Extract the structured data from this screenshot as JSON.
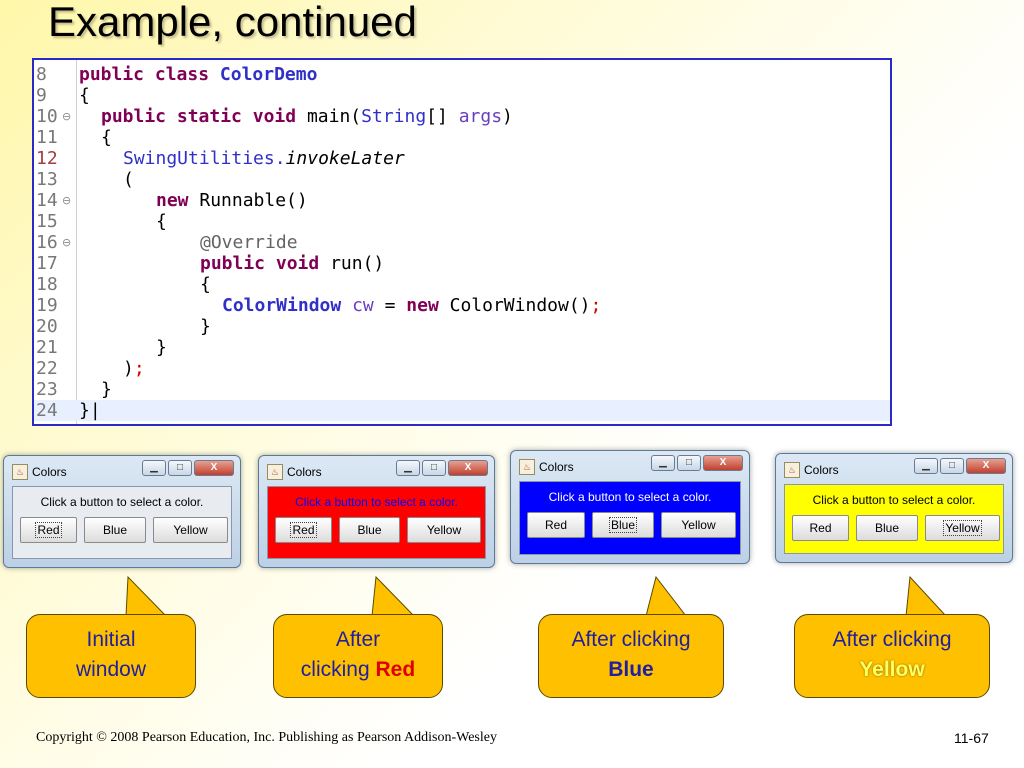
{
  "slide": {
    "title": "Example, continued",
    "footer": "Copyright © 2008 Pearson Education, Inc. Publishing as Pearson Addison-Wesley",
    "page_number": "11-67"
  },
  "code": {
    "lines": [
      {
        "n": "8"
      },
      {
        "n": "9"
      },
      {
        "n": "10"
      },
      {
        "n": "11"
      },
      {
        "n": "12"
      },
      {
        "n": "13"
      },
      {
        "n": "14"
      },
      {
        "n": "15"
      },
      {
        "n": "16"
      },
      {
        "n": "17"
      },
      {
        "n": "18"
      },
      {
        "n": "19"
      },
      {
        "n": "20"
      },
      {
        "n": "21"
      },
      {
        "n": "22"
      },
      {
        "n": "23"
      },
      {
        "n": "24"
      }
    ],
    "tokens": {
      "public": "public",
      "class": "class",
      "classname": "ColorDemo",
      "lbrace": "{",
      "rbrace": "}",
      "static": "static",
      "void": "void",
      "main": "main(",
      "String": "String",
      "arr": "[] ",
      "args": "args",
      "rparen": ")",
      "swing": "SwingUtilities.",
      "invoke": "invokeLater",
      "lparen": "(",
      "new": "new",
      "runnable": " Runnable()",
      "override": "@Override",
      "run": " run()",
      "cwtype": "ColorWindow",
      "cw": "cw",
      "eq": " = ",
      "ctor": " ColorWindow()",
      "semi": ";",
      "closeparen": ")",
      "cursor": "}|"
    }
  },
  "windows": [
    {
      "title": "Colors",
      "prompt": "Click a button to select a color.",
      "buttons": [
        "Red",
        "Blue",
        "Yellow"
      ],
      "bg": "#e8ecf0",
      "prompt_color": "#000000"
    },
    {
      "title": "Colors",
      "prompt": "Click a button to select a color.",
      "buttons": [
        "Red",
        "Blue",
        "Yellow"
      ],
      "bg": "#ff0000",
      "prompt_color": "#0000ff"
    },
    {
      "title": "Colors",
      "prompt": "Click a button to select a color.",
      "buttons": [
        "Red",
        "Blue",
        "Yellow"
      ],
      "bg": "#0000ff",
      "prompt_color": "#ffffff"
    },
    {
      "title": "Colors",
      "prompt": "Click a button to select a color.",
      "buttons": [
        "Red",
        "Blue",
        "Yellow"
      ],
      "bg": "#ffff00",
      "prompt_color": "#000000"
    }
  ],
  "window_buttons": {
    "minimize": "▁",
    "maximize": "□",
    "close": "X"
  },
  "callouts": [
    {
      "line1": "Initial",
      "line2": "window"
    },
    {
      "line1": "After",
      "line2_prefix": "clicking ",
      "line2_highlight": "Red"
    },
    {
      "line1": "After clicking",
      "line2_highlight": "Blue"
    },
    {
      "line1": "After clicking",
      "line2_highlight": "Yellow"
    }
  ],
  "colors": {
    "callout_fill": "#ffc000",
    "callout_text": "#1f1fa0",
    "code_border": "#2a2ac8"
  }
}
